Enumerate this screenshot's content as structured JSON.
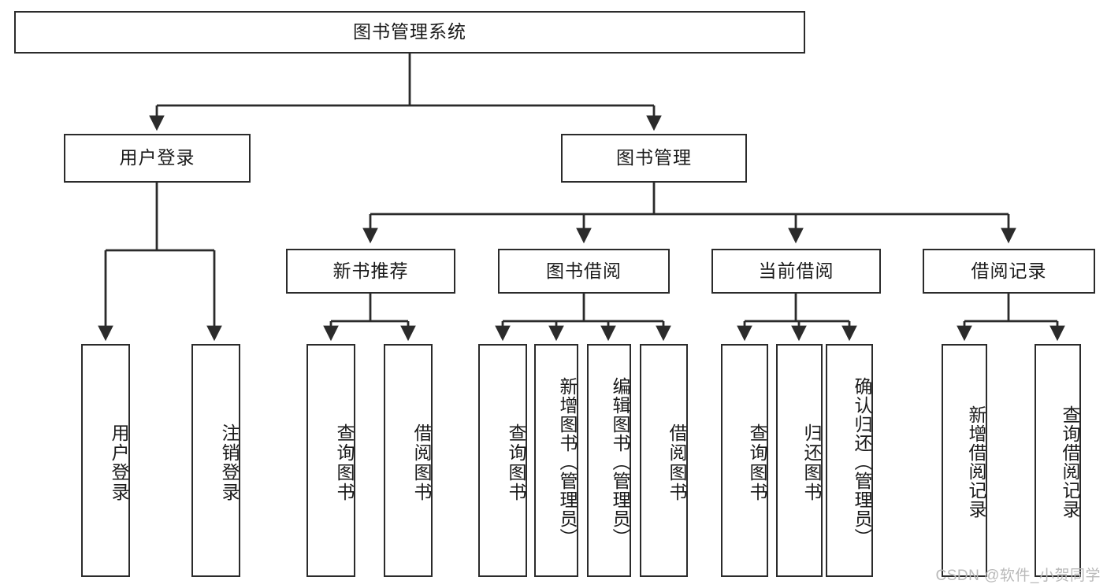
{
  "diagram": {
    "type": "tree-hierarchy",
    "title": "图书管理系统",
    "root": {
      "id": "root",
      "label": "图书管理系统",
      "orientation": "horizontal"
    },
    "level2": [
      {
        "id": "user-login",
        "label": "用户登录",
        "orientation": "horizontal"
      },
      {
        "id": "book-management",
        "label": "图书管理",
        "orientation": "horizontal"
      }
    ],
    "level3": [
      {
        "id": "new-book-recommend",
        "label": "新书推荐",
        "orientation": "horizontal",
        "parent": "book-management"
      },
      {
        "id": "book-borrow",
        "label": "图书借阅",
        "orientation": "horizontal",
        "parent": "book-management"
      },
      {
        "id": "current-borrow",
        "label": "当前借阅",
        "orientation": "horizontal",
        "parent": "book-management"
      },
      {
        "id": "borrow-record",
        "label": "借阅记录",
        "orientation": "horizontal",
        "parent": "book-management"
      }
    ],
    "leaves": [
      {
        "id": "leaf-user-login",
        "label": "用户登录",
        "parent": "user-login",
        "orientation": "vertical"
      },
      {
        "id": "leaf-user-logout",
        "label": "注销登录",
        "parent": "user-login",
        "orientation": "vertical"
      },
      {
        "id": "leaf-query-book-1",
        "label": "查询图书",
        "parent": "new-book-recommend",
        "orientation": "vertical"
      },
      {
        "id": "leaf-borrow-book-1",
        "label": "借阅图书",
        "parent": "new-book-recommend",
        "orientation": "vertical"
      },
      {
        "id": "leaf-query-book-2",
        "label": "查询图书",
        "parent": "book-borrow",
        "orientation": "vertical"
      },
      {
        "id": "leaf-add-book",
        "label": "新增图书（管理员）",
        "parent": "book-borrow",
        "orientation": "vertical"
      },
      {
        "id": "leaf-edit-book",
        "label": "编辑图书（管理员）",
        "parent": "book-borrow",
        "orientation": "vertical"
      },
      {
        "id": "leaf-borrow-book-2",
        "label": "借阅图书",
        "parent": "book-borrow",
        "orientation": "vertical"
      },
      {
        "id": "leaf-query-book-3",
        "label": "查询图书",
        "parent": "current-borrow",
        "orientation": "vertical"
      },
      {
        "id": "leaf-return-book",
        "label": "归还图书",
        "parent": "current-borrow",
        "orientation": "vertical"
      },
      {
        "id": "leaf-confirm-return",
        "label": "确认归还（管理员）",
        "parent": "current-borrow",
        "orientation": "vertical"
      },
      {
        "id": "leaf-add-record",
        "label": "新增借阅记录",
        "parent": "borrow-record",
        "orientation": "vertical"
      },
      {
        "id": "leaf-query-record",
        "label": "查询借阅记录",
        "parent": "borrow-record",
        "orientation": "vertical"
      }
    ],
    "colors": {
      "stroke": "#2b2b2b",
      "fill": "#ffffff",
      "text": "#1a1a1a",
      "watermark": "#b9b9b9"
    }
  },
  "watermark": {
    "text": "CSDN @软件_小贺同学"
  }
}
